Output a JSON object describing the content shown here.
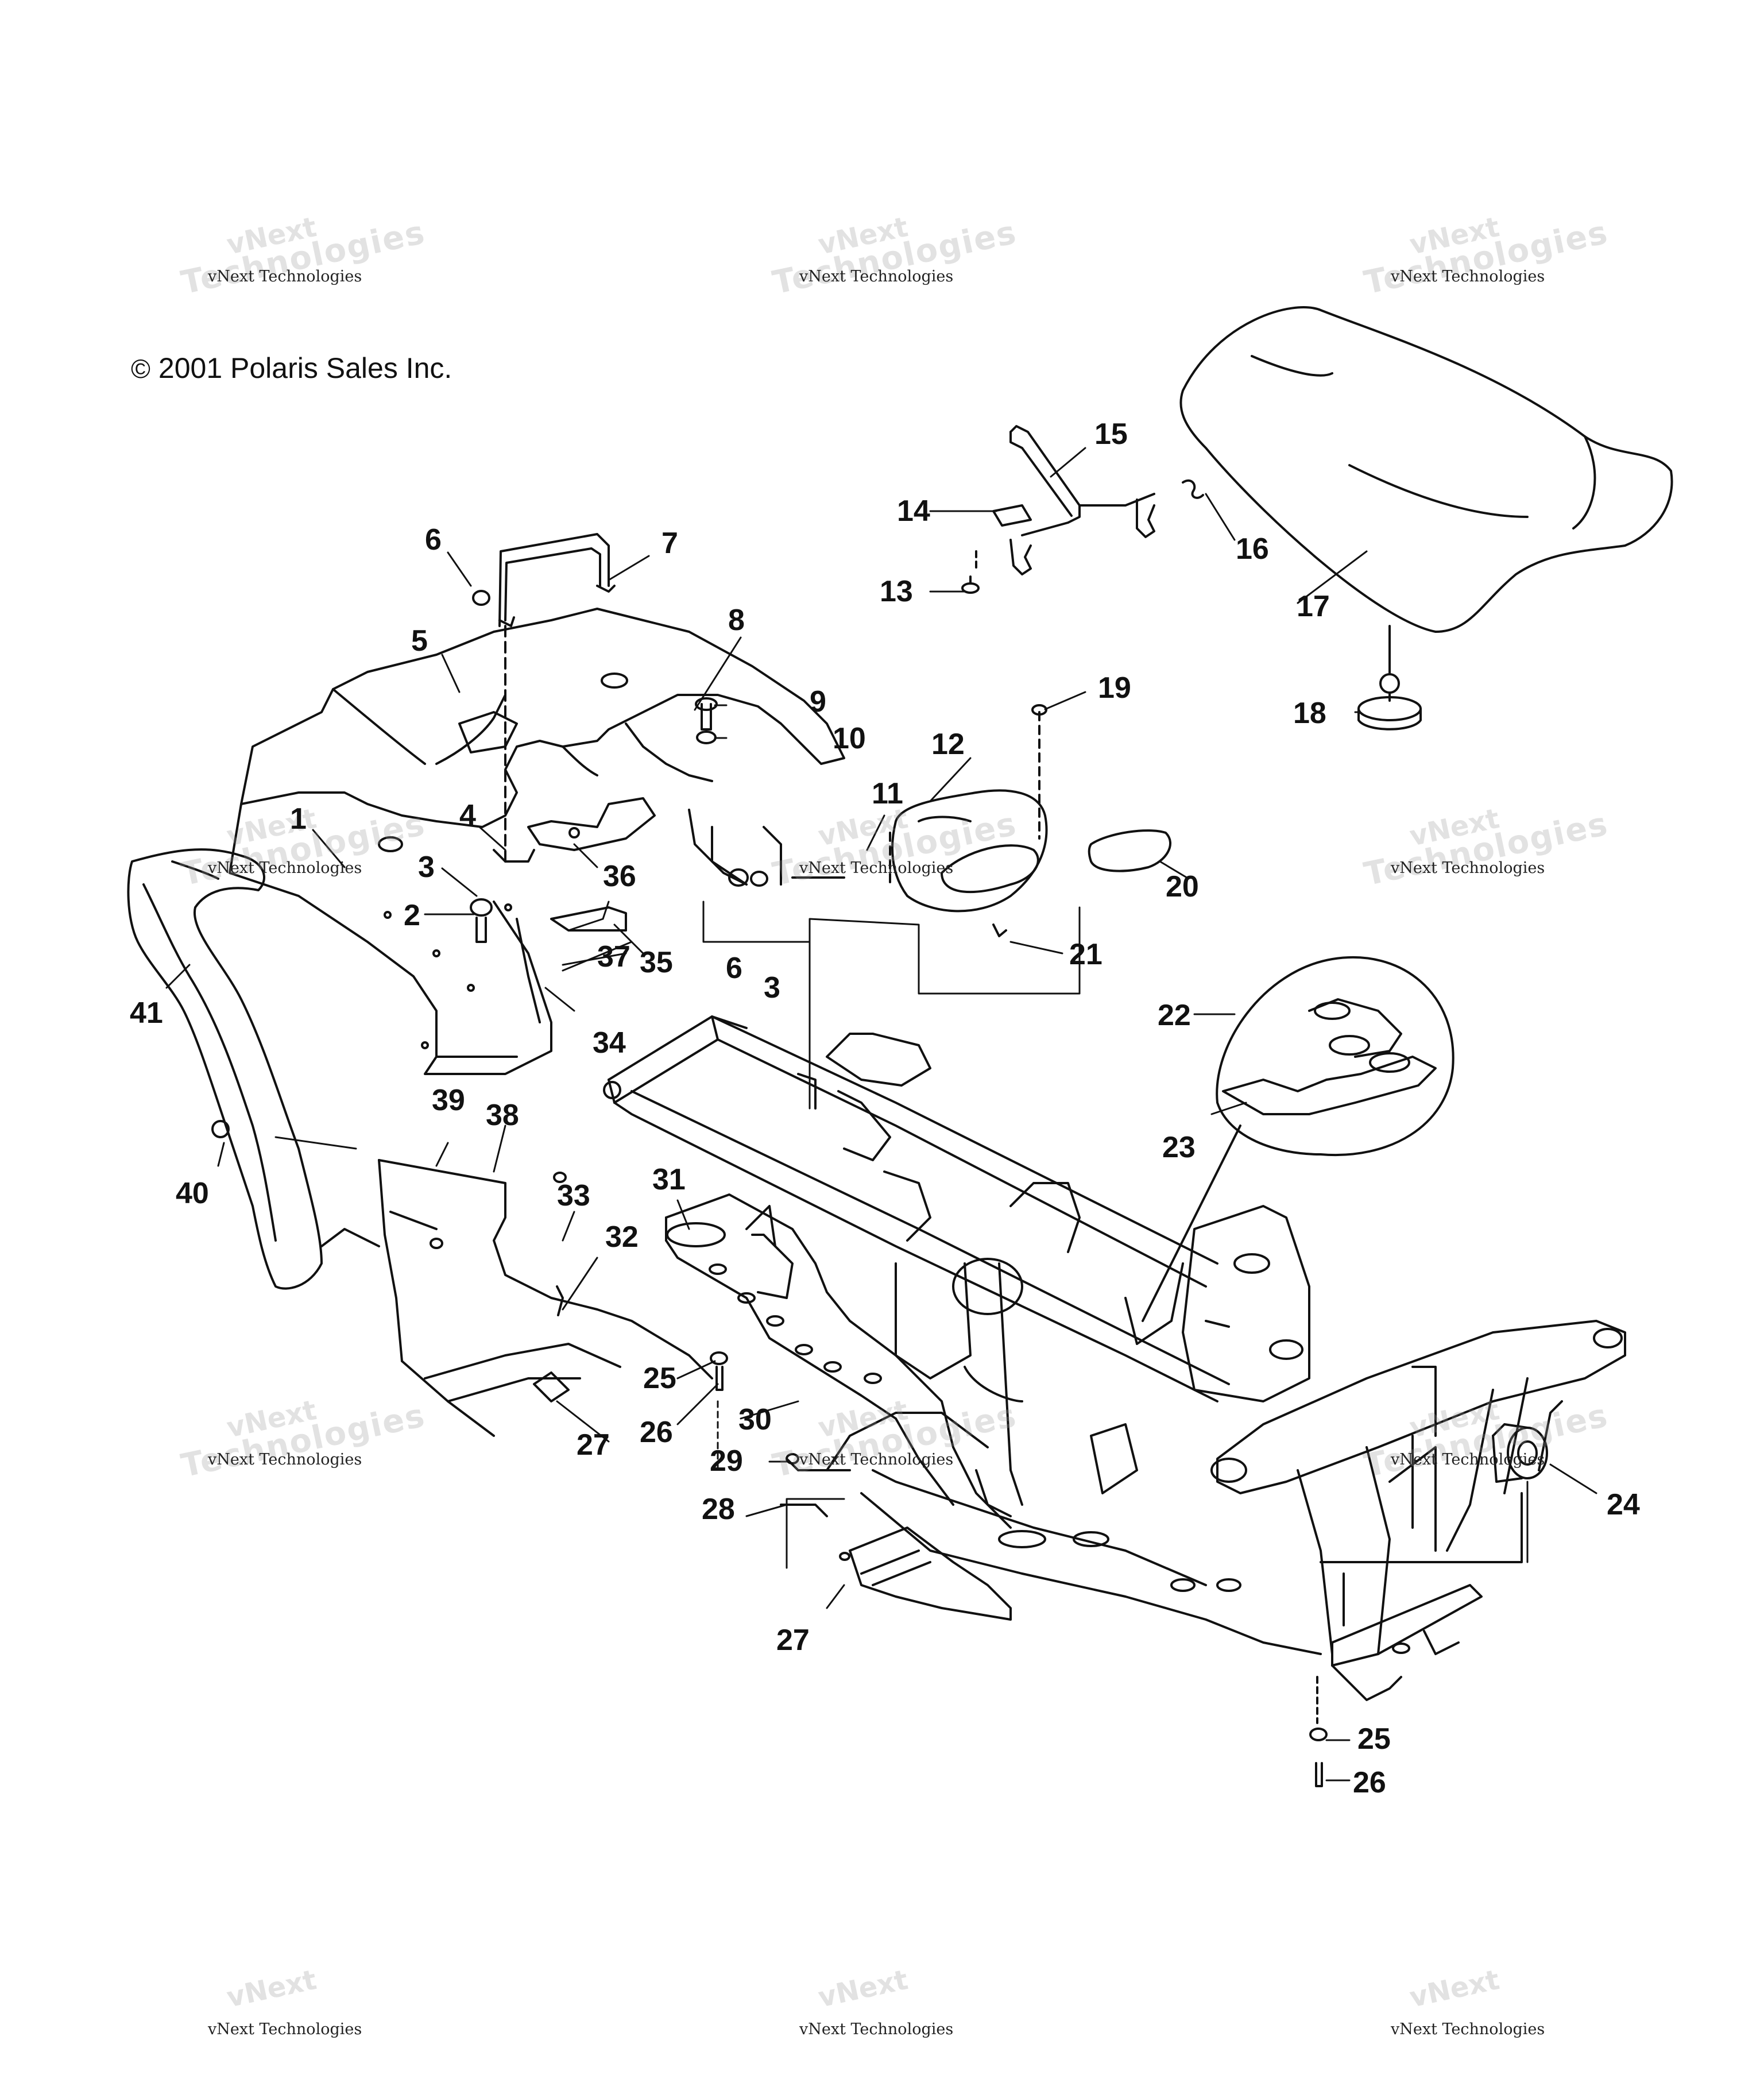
{
  "copyright": {
    "symbol": "©",
    "text": "2001 Polaris Sales Inc."
  },
  "watermark": {
    "line_small": "vNext Technologies",
    "line_big": "Technologies",
    "line_top": "vNext"
  },
  "callouts": [
    "1",
    "2",
    "3",
    "4",
    "5",
    "6",
    "7",
    "8",
    "9",
    "10",
    "11",
    "12",
    "13",
    "14",
    "15",
    "16",
    "17",
    "18",
    "19",
    "20",
    "21",
    "22",
    "23",
    "24",
    "25",
    "26",
    "27",
    "28",
    "29",
    "30",
    "31",
    "32",
    "33",
    "34",
    "35",
    "36",
    "37",
    "38",
    "39",
    "40",
    "41",
    "6",
    "3",
    "25",
    "26",
    "27"
  ]
}
